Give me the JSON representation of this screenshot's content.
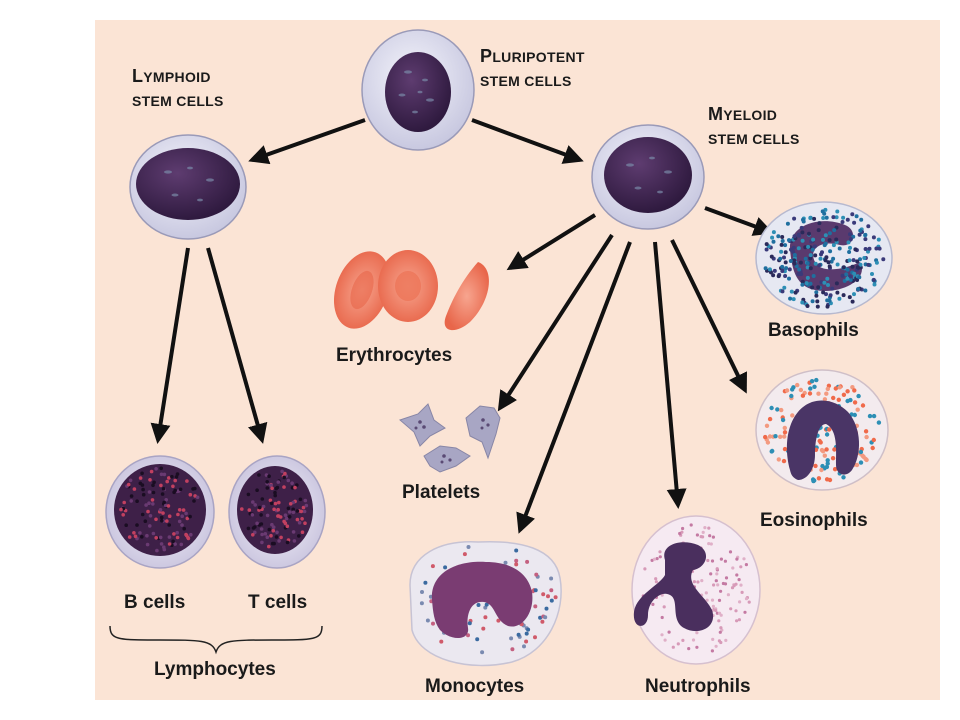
{
  "colors": {
    "background": "#fbe4d5",
    "nucleus": "#4a2a5a",
    "stem_cytoplasm": "#d8d8ec",
    "arrow": "#111111",
    "erythrocyte": "#f07a5e",
    "platelet": "#9c9ab8",
    "basophil_granule": "#1f5f8f",
    "eosinophil_granule": "#f06a4a"
  },
  "labels": {
    "pluripotent": {
      "cap": "P",
      "rest": "LURIPOTENT",
      "line2": "STEM CELLS"
    },
    "lymphoid": {
      "cap": "L",
      "rest": "YMPHOID",
      "line2": "STEM CELLS"
    },
    "myeloid": {
      "cap": "M",
      "rest": "YELOID",
      "line2": "STEM CELLS"
    },
    "erythrocytes": "Erythrocytes",
    "platelets": "Platelets",
    "basophils": "Basophils",
    "eosinophils": "Eosinophils",
    "neutrophils": "Neutrophils",
    "monocytes": "Monocytes",
    "b_cells": "B cells",
    "t_cells": "T cells",
    "lymphocytes": "Lymphocytes"
  },
  "icons": [
    "stem-cell-icon",
    "erythrocyte-icon",
    "platelet-icon",
    "basophil-icon",
    "eosinophil-icon",
    "neutrophil-icon",
    "monocyte-icon",
    "lymphocyte-icon"
  ]
}
